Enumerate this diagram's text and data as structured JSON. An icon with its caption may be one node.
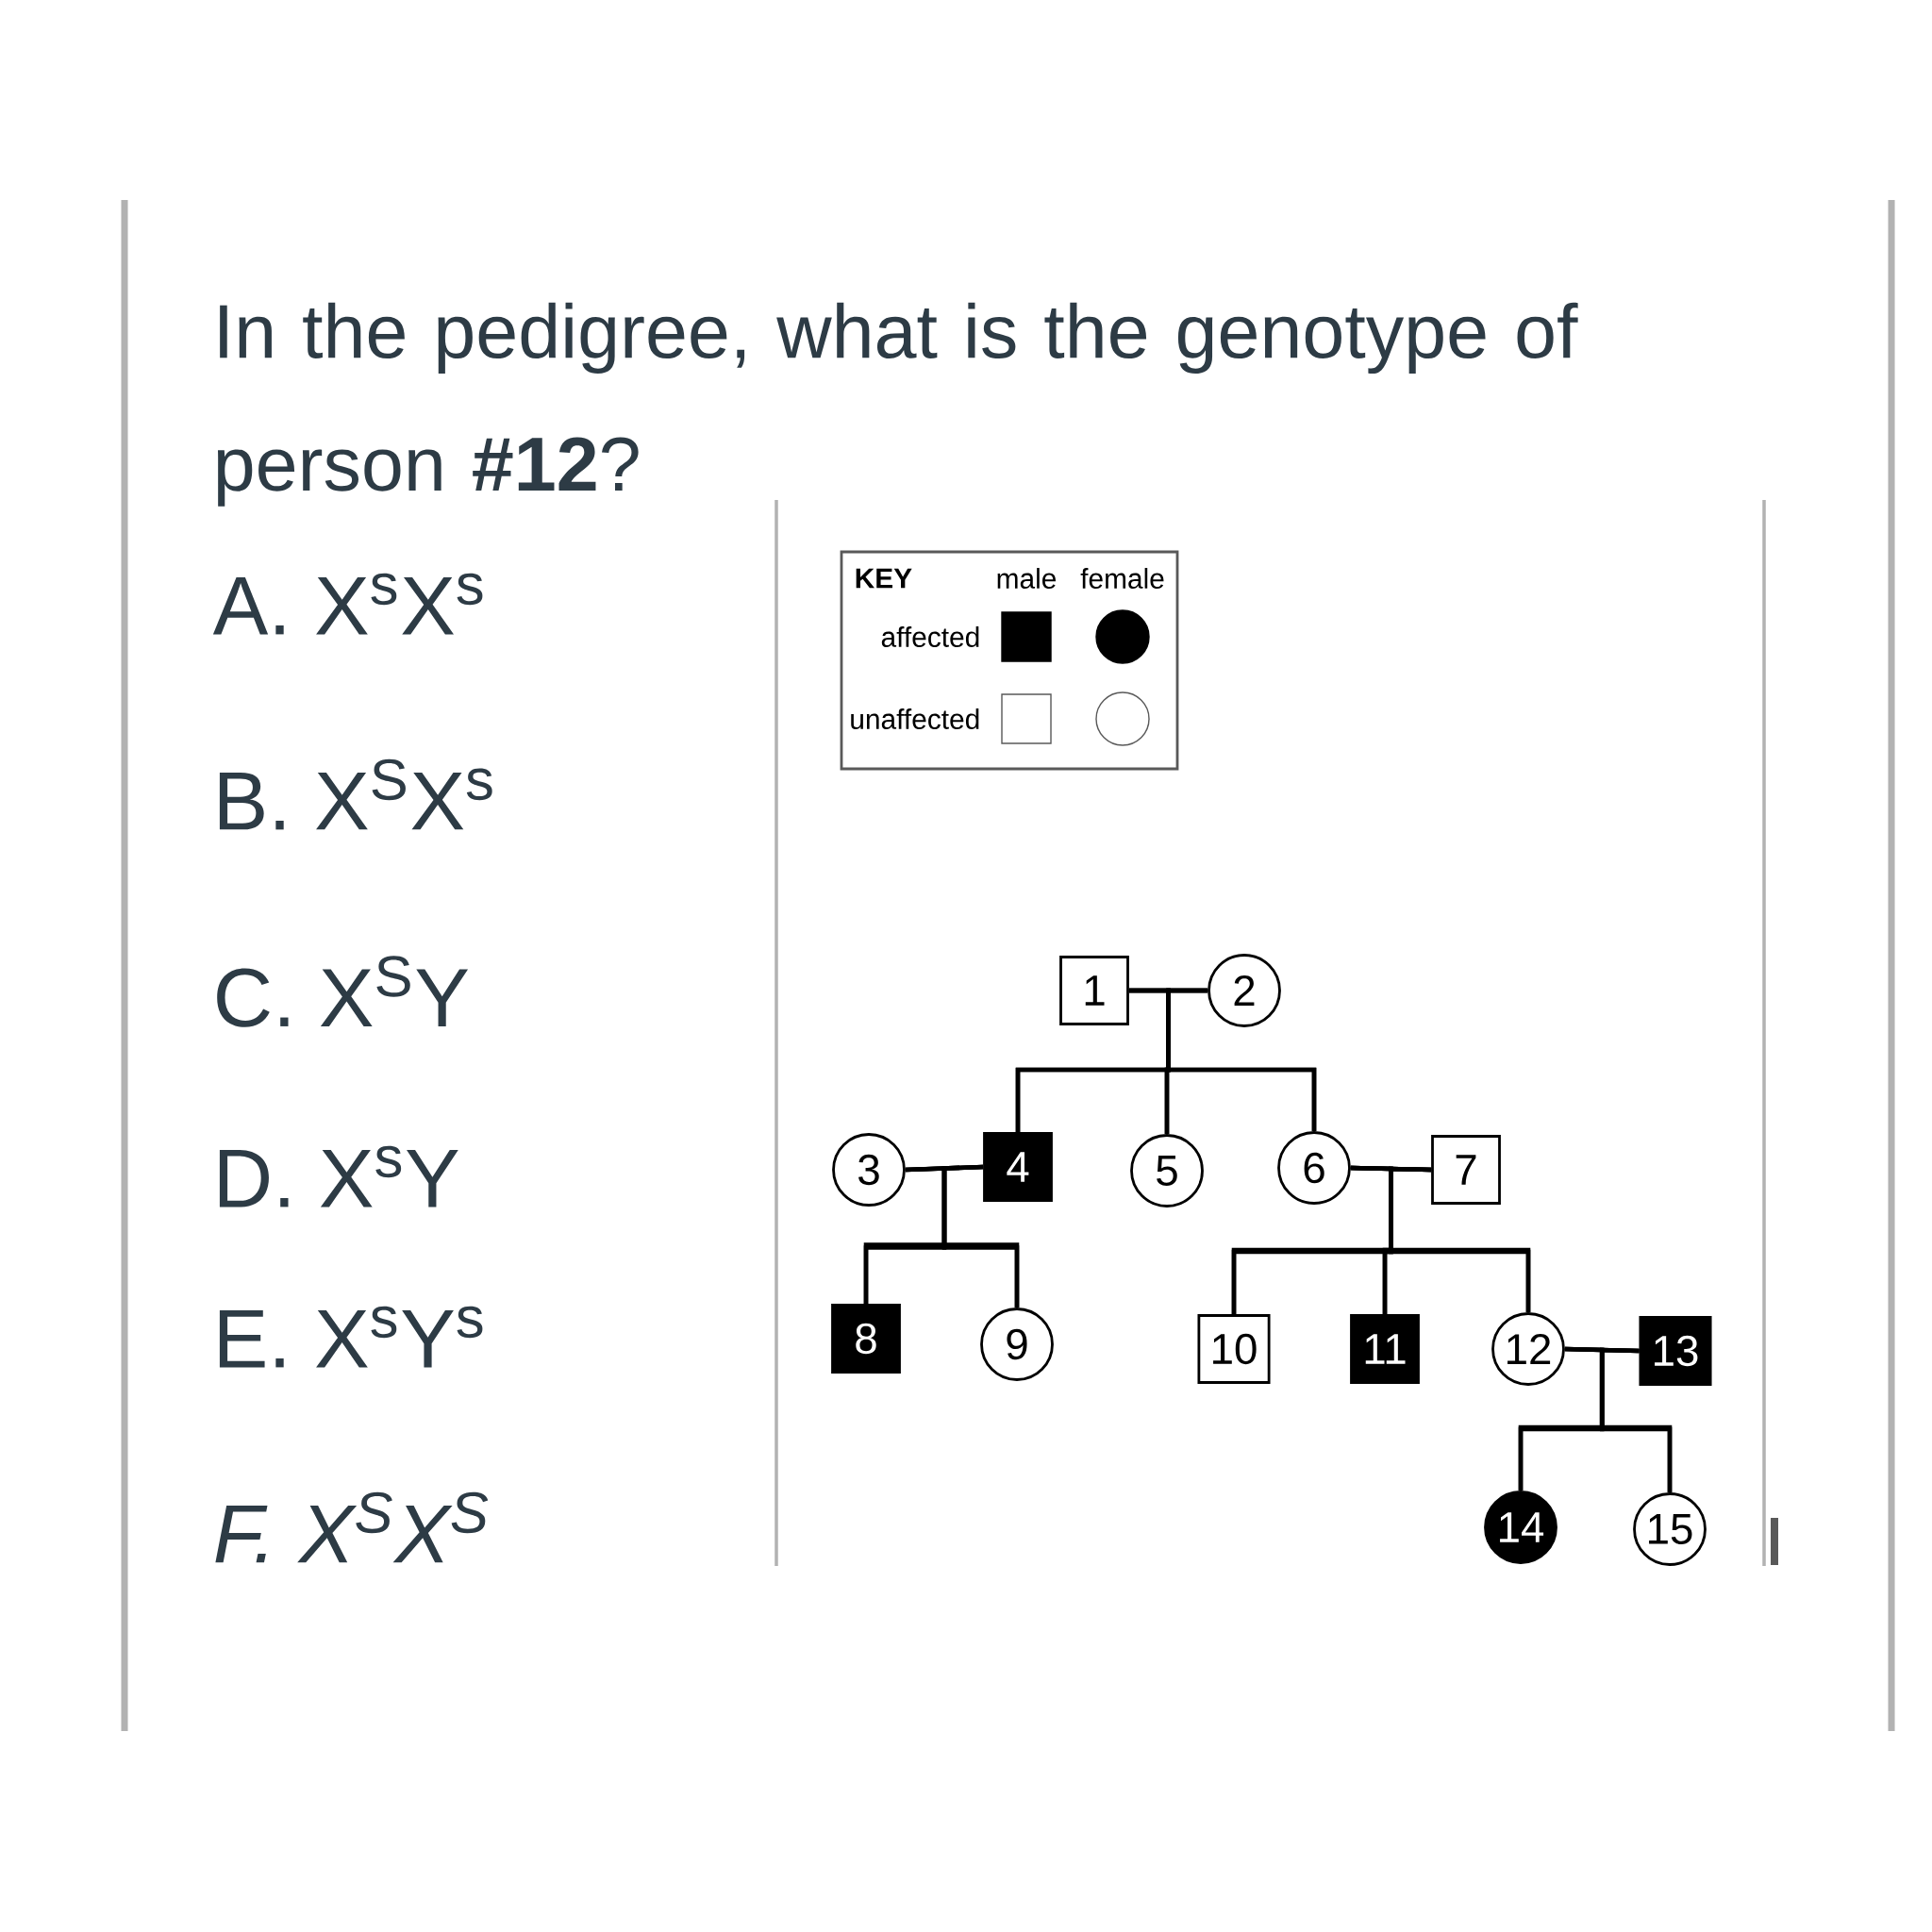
{
  "diagram": {
    "title": "In the pedigree, what is the genotype of person **#12**?",
    "nodes": [
      {
        "text": [
          "1"
        ]
      },
      {
        "text": [
          "2"
        ]
      },
      {
        "text": [
          "3"
        ]
      },
      {
        "text": [
          "4"
        ]
      },
      {
        "text": [
          "5"
        ]
      },
      {
        "text": [
          "6"
        ]
      },
      {
        "text": [
          "7"
        ]
      },
      {
        "text": [
          "8"
        ]
      },
      {
        "text": [
          "9"
        ]
      },
      {
        "text": [
          "10"
        ]
      },
      {
        "text": [
          "11"
        ]
      },
      {
        "text": [
          "12"
        ]
      },
      {
        "text": [
          "13"
        ]
      },
      {
        "text": [
          "14"
        ]
      },
      {
        "text": [
          "15"
        ]
      }
    ],
    "edges": [
      {
        "from": 0,
        "to": 1,
        "arrow": "none"
      },
      {
        "from": 0,
        "to": 3,
        "arrow": "none"
      },
      {
        "from": 1,
        "to": 3,
        "arrow": "none"
      },
      {
        "from": 0,
        "to": 4,
        "arrow": "none"
      },
      {
        "from": 1,
        "to": 4,
        "arrow": "none"
      },
      {
        "from": 0,
        "to": 5,
        "arrow": "none"
      },
      {
        "from": 1,
        "to": 5,
        "arrow": "none"
      },
      {
        "from": 2,
        "to": 3,
        "arrow": "none"
      },
      {
        "from": 2,
        "to": 7,
        "arrow": "none"
      },
      {
        "from": 3,
        "to": 7,
        "arrow": "none"
      },
      {
        "from": 2,
        "to": 8,
        "arrow": "none"
      },
      {
        "from": 3,
        "to": 8,
        "arrow": "none"
      },
      {
        "from": 5,
        "to": 6,
        "arrow": "none"
      },
      {
        "from": 5,
        "to": 9,
        "arrow": "none"
      },
      {
        "from": 6,
        "to": 9,
        "arrow": "none"
      },
      {
        "from": 5,
        "to": 10,
        "arrow": "none"
      },
      {
        "from": 6,
        "to": 10,
        "arrow": "none"
      },
      {
        "from": 5,
        "to": 11,
        "arrow": "none"
      },
      {
        "from": 6,
        "to": 11,
        "arrow": "none"
      },
      {
        "from": 11,
        "to": 12,
        "arrow": "none"
      },
      {
        "from": 11,
        "to": 13,
        "arrow": "none"
      },
      {
        "from": 12,
        "to": 13,
        "arrow": "none"
      },
      {
        "from": 11,
        "to": 14,
        "arrow": "none"
      },
      {
        "from": 12,
        "to": 14,
        "arrow": "none"
      }
    ],
    "labels": [
      "A. X$^{s}$X$^{s}$",
      "B. X$^{S}$X$^{s}$",
      "C. X$^{S}$Y",
      "D. X$^{s}$Y",
      "E. X$^{s}$Y$^{s}$",
      "F. X$^{S}$X$^{S}$",
      "KEY",
      "male",
      "female"
    ],
    "legend": [
      {
        "text": "affected"
      },
      {
        "text": "unaffected"
      }
    ]
  }
}
